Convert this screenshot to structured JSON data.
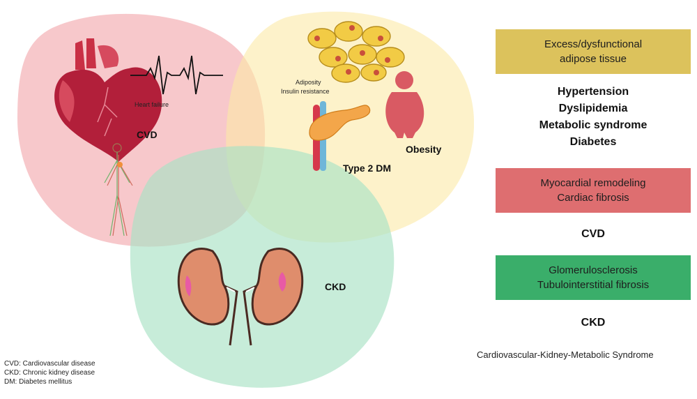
{
  "diagram": {
    "circles": {
      "cvd": {
        "label": "CVD",
        "color": "#f2a3a8"
      },
      "metabolic": {
        "label": "Obesity",
        "color": "#fbe9a6"
      },
      "ckd": {
        "label": "CKD",
        "color": "#a9e2c4"
      }
    },
    "heart_failure_label": "Heart failure",
    "adiposity_label": "Adiposity",
    "insulin_resistance_label": "Insulin resistance",
    "type2dm_label": "Type 2 DM"
  },
  "right_panel": {
    "box_adipose": {
      "line1": "Excess/dysfunctional",
      "line2": "adipose tissue",
      "color": "#dcc25c"
    },
    "metabolic_list": [
      "Hypertension",
      "Dyslipidemia",
      "Metabolic syndrome",
      "Diabetes"
    ],
    "box_cardiac": {
      "line1": "Myocardial remodeling",
      "line2": "Cardiac fibrosis",
      "color": "#de6e70"
    },
    "cvd_label": "CVD",
    "box_kidney": {
      "line1": "Glomerulosclerosis",
      "line2": "Tubulointerstitial fibrosis",
      "color": "#3aae6a"
    },
    "ckd_label": "CKD",
    "syndrome_title": "Cardiovascular-Kidney-Metabolic Syndrome"
  },
  "legend": [
    "CVD: Cardiovascular disease",
    "CKD: Chronic kidney disease",
    "DM: Diabetes mellitus"
  ]
}
